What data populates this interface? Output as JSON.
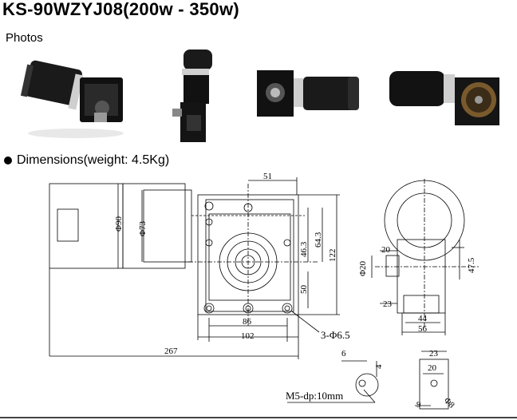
{
  "header": {
    "title": "KS-90WZYJ08(200w - 350w)"
  },
  "photos": {
    "label": "Photos"
  },
  "dimensions": {
    "heading": "Dimensions(weight: 4.5Kg)",
    "labels": {
      "d51": "51",
      "phi90": "Φ90",
      "phi73": "Φ73",
      "d46_3": "46.3",
      "d64_3": "64.3",
      "d122": "122",
      "d50": "50",
      "d86": "86",
      "d102": "102",
      "d267": "267",
      "holes": "3-Φ6.5",
      "d20_top": "20",
      "phi20": "Φ20",
      "d47_5": "47.5",
      "d23_side": "23",
      "d44": "44",
      "d56": "56",
      "d6": "6",
      "d4": "4",
      "m5": "M5-dp:10mm",
      "d23_key": "23",
      "d20_key": "20",
      "d9": "9",
      "phi8": "Φ8"
    }
  }
}
